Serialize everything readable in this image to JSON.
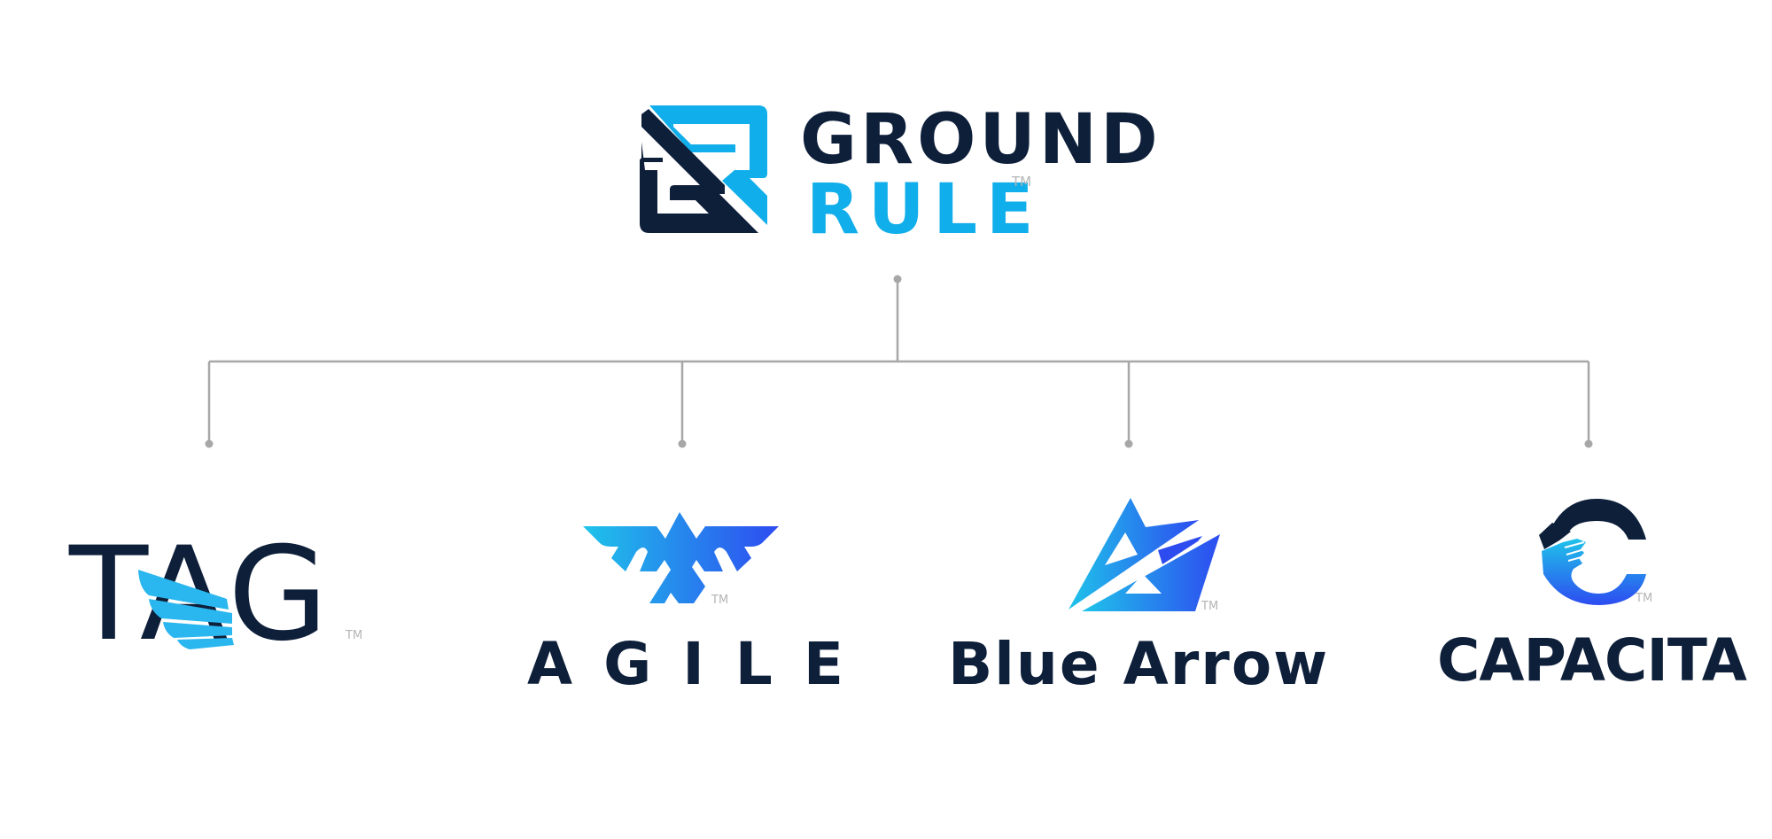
{
  "colors": {
    "navy": "#0e1f3a",
    "cyan": "#10aeea",
    "connector": "#a7a7a7",
    "tm": "#b5b5b5",
    "blue_start": "#1fc3ea",
    "blue_end": "#2d4cf0"
  },
  "parent": {
    "line1": "GROUND",
    "line2": "RULE",
    "tm": "TM"
  },
  "children": [
    {
      "id": "tag",
      "text": "TAG",
      "tm": "TM"
    },
    {
      "id": "agile",
      "text": "AGILE",
      "tm": "TM"
    },
    {
      "id": "blue-arrow",
      "text": "Blue Arrow",
      "tm": "TM"
    },
    {
      "id": "capacita",
      "text": "CAPACITA",
      "tm": "TM"
    }
  ]
}
